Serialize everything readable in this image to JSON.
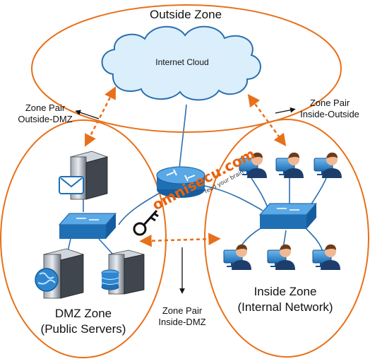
{
  "zones": {
    "outside": {
      "title": "Outside Zone"
    },
    "dmz": {
      "title_line1": "DMZ Zone",
      "title_line2": "(Public Servers)"
    },
    "inside": {
      "title_line1": "Inside Zone",
      "title_line2": "(Internal Network)"
    }
  },
  "cloud": {
    "label": "Internet Cloud"
  },
  "zone_pairs": {
    "outside_dmz": {
      "line1": "Zone Pair",
      "line2": "Outside-DMZ"
    },
    "inside_outside": {
      "line1": "Zone Pair",
      "line2": "Inside-Outside"
    },
    "inside_dmz": {
      "line1": "Zone Pair",
      "line2": "Inside-DMZ"
    }
  },
  "watermark": {
    "brand": "omnisecu.com",
    "tagline": "feed your brain"
  },
  "colors": {
    "zone_border": "#e8701a",
    "pair_arrow": "#e8701a",
    "cloud_fill": "#dbeefb",
    "cloud_stroke": "#2a6fb0",
    "link_line": "#2a6fb0",
    "device_blue": "#1f6fb5"
  }
}
